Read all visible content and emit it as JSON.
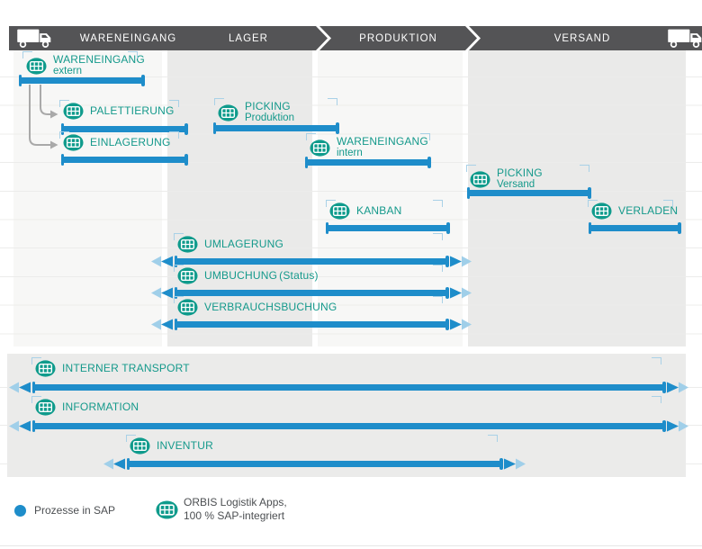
{
  "banner": {
    "stages": [
      "WARENEINGANG",
      "LAGER",
      "PRODUKTION",
      "VERSAND"
    ]
  },
  "processes": [
    {
      "label": "WARENEINGANG",
      "sublabel": "extern"
    },
    {
      "label": "PALETTIERUNG"
    },
    {
      "label": "EINLAGERUNG"
    },
    {
      "label": "PICKING",
      "sublabel": "Produktion"
    },
    {
      "label": "WARENEINGANG",
      "sublabel": "intern"
    },
    {
      "label": "PICKING",
      "sublabel": "Versand"
    },
    {
      "label": "KANBAN"
    },
    {
      "label": "VERLADEN"
    },
    {
      "label": "UMLAGERUNG"
    },
    {
      "label": "UMBUCHUNG",
      "note": "(Status)"
    },
    {
      "label": "VERBRAUCHSBUCHUNG"
    },
    {
      "label": "INTERNER TRANSPORT"
    },
    {
      "label": "INFORMATION"
    },
    {
      "label": "INVENTUR"
    }
  ],
  "legend": {
    "sap": "Prozesse in SAP",
    "orbis_line1": "ORBIS Logistik Apps,",
    "orbis_line2": "100 % SAP-integriert"
  },
  "colors": {
    "accent_blue": "#1e8dca",
    "accent_teal": "#0f9b8c",
    "banner_gray": "#545456",
    "arrow_light_blue": "#a0cfe9",
    "bracket_blue": "#a9d1e7"
  }
}
